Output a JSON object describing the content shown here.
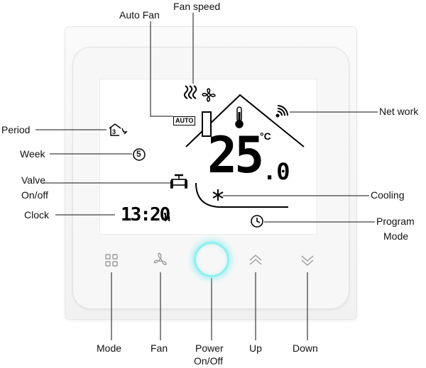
{
  "labels": {
    "auto_fan": "Auto Fan",
    "fan_speed": "Fan speed",
    "period": "Period",
    "week": "Week",
    "valve_line1": "Valve",
    "valve_line2": "On/off",
    "clock": "Clock",
    "network": "Net work",
    "cooling": "Cooling",
    "program_line1": "Program",
    "program_line2": "Mode"
  },
  "display": {
    "temperature": "25",
    "temperature_decimal": ".0",
    "temperature_unit": "°C",
    "clock_time": "13:20",
    "clock_unit": "h",
    "auto_badge": "AUTO",
    "week_day": "5"
  },
  "buttons": {
    "mode": "Mode",
    "fan": "Fan",
    "power_line1": "Power",
    "power_line2": "On/Off",
    "up": "Up",
    "down": "Down"
  },
  "icons": {
    "fan_speed": "wind-icon",
    "fan_blade": "fan-icon",
    "period": "house-period-icon",
    "thermometer": "thermometer-icon",
    "network": "wifi-icon",
    "valve": "valve-icon",
    "cooling": "snowflake-icon",
    "program": "clock-icon",
    "mode_button": "grid-icon",
    "fan_button": "fan-icon",
    "up_button": "chevron-up-icon",
    "down_button": "chevron-down-icon"
  },
  "colors": {
    "power_ring": "#8ef0f0",
    "button_icon": "#9a9a9a",
    "lcd_ink": "#000000"
  }
}
